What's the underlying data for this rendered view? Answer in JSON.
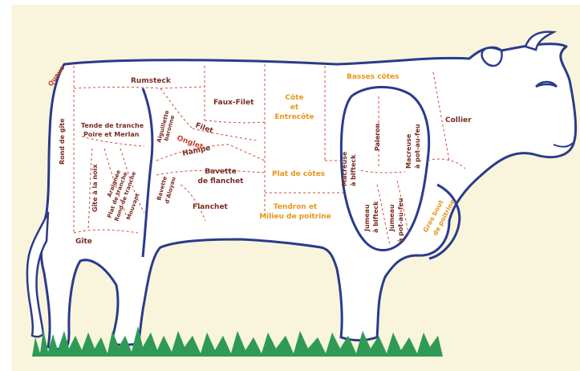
{
  "colors": {
    "background": "#f8f5dc",
    "outline": "#2a3b8c",
    "cut_line": "#d44a3a",
    "label_dark": "#7a2a20",
    "label_red": "#c8402a",
    "label_orange": "#e8961a",
    "grass": "#2f9a55"
  },
  "cuts": {
    "queue": "Queue",
    "rumsteck": "Rumsteck",
    "faux_filet": "Faux-Filet",
    "cote_1": "Côte",
    "cote_2": "et",
    "cote_3": "Entrecôte",
    "basses_cotes": "Basses côtes",
    "collier": "Collier",
    "rond_de_gite": "Rond de gîte",
    "tende_1": "Tende de tranche",
    "tende_2": "Poire et Merlan",
    "aiguillette_1": "Aiguillette",
    "aiguillette_2": "baronne",
    "filet": "Filet",
    "onglet": "Onglet",
    "hampe": "Hampe",
    "bavette_flanchet_1": "Bavette",
    "bavette_flanchet_2": "de flanchet",
    "plat_de_cotes": "Plat de côtes",
    "macreuse_bifteck_1": "Macreuse",
    "macreuse_bifteck_2": "à bifteck",
    "paleron": "Paleron",
    "macreuse_pot_1": "Macreuse",
    "macreuse_pot_2": "à pot-au-feu",
    "gite_noix": "Gîte à la noix",
    "araignee": "Araignée",
    "plat_tranche_1": "Plat de tranche",
    "plat_tranche_2": "Rond de tranche",
    "plat_tranche_3": "Mouvant",
    "bavette_aloyau_1": "Bavette",
    "bavette_aloyau_2": "d'Aloyau",
    "flanchet": "Flanchet",
    "tendron_1": "Tendron et",
    "tendron_2": "Milieu de poitrine",
    "jumeau_bifteck_1": "Jumeau",
    "jumeau_bifteck_2": "à bifteck",
    "jumeau_pot_1": "Jumeau",
    "jumeau_pot_2": "à pot-au-feu",
    "gros_bout_1": "Gros bout",
    "gros_bout_2": "de poitrine",
    "gite": "Gîte"
  }
}
